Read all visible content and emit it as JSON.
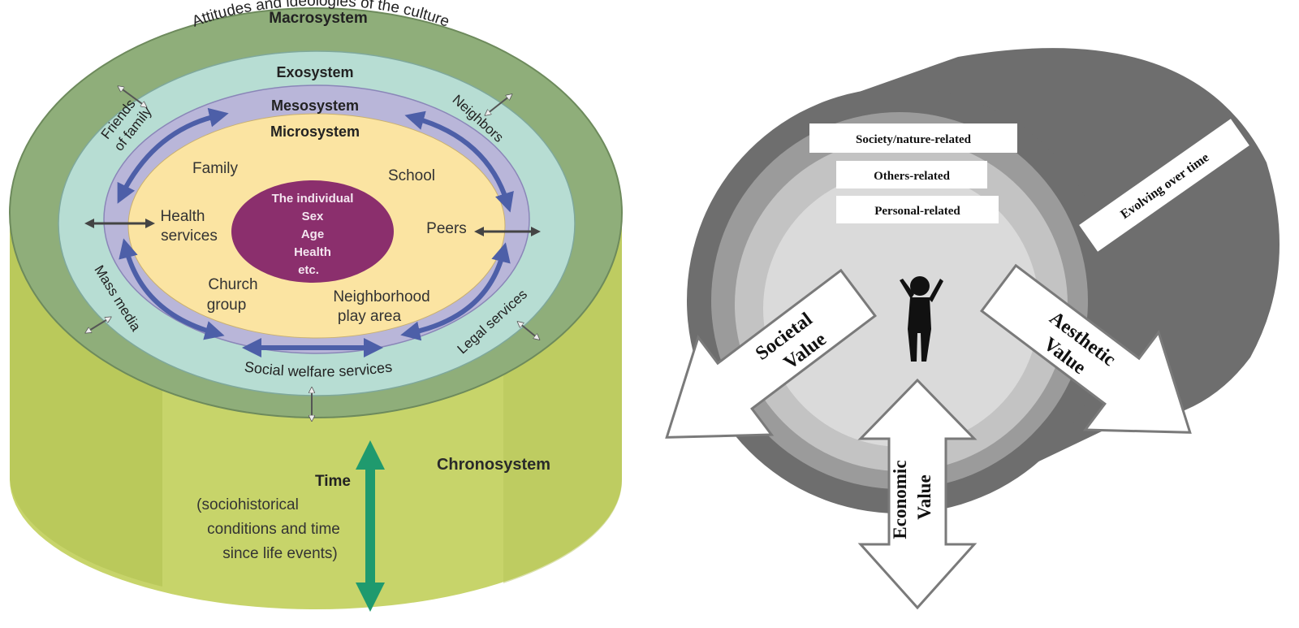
{
  "left_diagram": {
    "macrosystem": {
      "title": "Macrosystem",
      "subtitle": "Attitudes and ideologies of the culture"
    },
    "exosystem": {
      "title": "Exosystem",
      "items": [
        "Friends",
        "of family",
        "Neighbors",
        "Mass media",
        "Legal services",
        "Social welfare services"
      ]
    },
    "mesosystem": {
      "title": "Mesosystem"
    },
    "microsystem": {
      "title": "Microsystem",
      "items": [
        "Family",
        "School",
        "Health",
        "services",
        "Peers",
        "Church",
        "group",
        "Neighborhood",
        "play area"
      ]
    },
    "individual": {
      "lines": [
        "The individual",
        "Sex",
        "Age",
        "Health",
        "etc."
      ]
    },
    "chronosystem": {
      "title": "Chronosystem",
      "time_title": "Time",
      "time_lines": [
        "(sociohistorical",
        "conditions and time",
        "since life events)"
      ]
    },
    "colors": {
      "macro": "#8fae7a",
      "exo": "#b7ddd3",
      "meso": "#b9b6d9",
      "micro": "#fbe4a2",
      "individual": "#8b2f6d",
      "cylinder": "#c7d46a",
      "arrow": "#4d5fa8",
      "time_arrow": "#1f9a6e"
    }
  },
  "right_diagram": {
    "labels": {
      "society": "Society/nature-related",
      "others": "Others-related",
      "personal": "Personal-related",
      "evolving": "Evolving over time"
    },
    "arrows": {
      "societal": [
        "Societal",
        "Value"
      ],
      "aesthetic": [
        "Aesthetic",
        "Value"
      ],
      "economic": [
        "Economic",
        "Value"
      ]
    },
    "colors": {
      "outer": "#6e6e6e",
      "ring2": "#9b9b9b",
      "ring3": "#c3c3c3",
      "inner": "#dadada"
    }
  }
}
